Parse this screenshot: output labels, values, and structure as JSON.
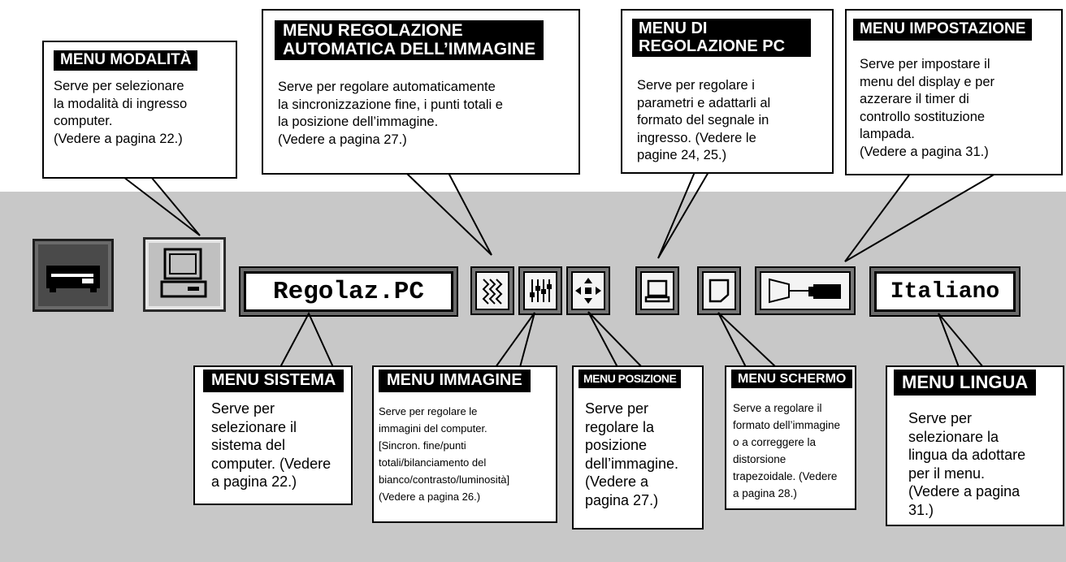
{
  "bar": {
    "system_value": "Regolaz.PC",
    "language_value": "Italiano",
    "icons": [
      "tabletop-projector-icon",
      "computer-icon",
      "auto-image-adjust-icon",
      "image-sliders-icon",
      "position-arrows-icon",
      "pc-adjust-icon",
      "screen-icon",
      "setting-projector-icon"
    ]
  },
  "callouts": {
    "modalita": {
      "title": "MENU MODALITÀ",
      "text": "Serve per selezionare\nla modalità di ingresso\ncomputer.\n(Vedere a pagina 22.)"
    },
    "auto": {
      "title": "MENU REGOLAZIONE\nAUTOMATICA DELL’IMMAGINE",
      "text": "Serve per regolare automaticamente\nla sincronizzazione fine, i punti totali e\nla posizione dell’immagine.\n(Vedere a pagina 27.)"
    },
    "pc": {
      "title": "MENU DI\nREGOLAZIONE PC",
      "text": "Serve per regolare i\nparametri e adattarli al\nformato del segnale in\ningresso. (Vedere le\npagine 24, 25.)"
    },
    "impostazione": {
      "title": "MENU IMPOSTAZIONE",
      "text": "Serve per impostare il\nmenu del display e per\nazzerare il timer di\ncontrollo sostituzione\nlampada.\n(Vedere a pagina 31.)"
    },
    "sistema": {
      "title": "MENU SISTEMA",
      "text": "Serve per\nselezionare il\nsistema del\ncomputer. (Vedere\na pagina 22.)"
    },
    "immagine": {
      "title": "MENU IMMAGINE",
      "text": "Serve per regolare le\nimmagini del computer.\n[Sincron. fine/punti\ntotali/bilanciamento del\nbianco/contrasto/luminosità]\n(Vedere a pagina 26.)"
    },
    "posizione": {
      "title": "MENU POSIZIONE",
      "text": "Serve per\nregolare la\nposizione\ndell’immagine.\n(Vedere a\npagina 27.)"
    },
    "schermo": {
      "title": "MENU SCHERMO",
      "text": "Serve a regolare il\nformato dell’immagine\no a correggere la\ndistorsione\ntrapezoidale. (Vedere\na pagina 28.)"
    },
    "lingua": {
      "title": "MENU LINGUA",
      "text": "Serve per\nselezionare la\nlingua da adottare\nper il menu.\n(Vedere a pagina\n31.)"
    }
  }
}
